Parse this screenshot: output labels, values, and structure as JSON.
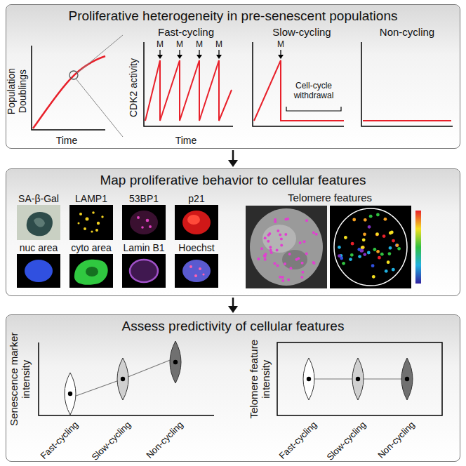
{
  "diagram": {
    "nodes": [
      {
        "text": [
          "Proliferative heterogeneity in pre-senescent populations"
        ]
      },
      {
        "text": [
          "Map proliferative behavior to cellular features"
        ]
      },
      {
        "text": [
          "Assess predictivity of cellular features"
        ]
      }
    ],
    "edges": [
      {
        "from": 0,
        "to": 1,
        "arrow": "to"
      },
      {
        "from": 1,
        "to": 2,
        "arrow": "to"
      }
    ],
    "labels": [
      "Population Doublings",
      "Time",
      "CDK2 activity",
      "Fast-cycling",
      "Time",
      "M",
      "M",
      "M",
      "M",
      "Slow-cycling",
      "M",
      "Cell-cycle withdrawal",
      "Non-cycling",
      "SA-β-Gal",
      "LAMP1",
      "53BP1",
      "p21",
      "nuc area",
      "cyto area",
      "Lamin B1",
      "Hoechst",
      "Telomere features",
      "Senescence marker intensity",
      "Fast-cycling",
      "Slow-cycling",
      "Non-cycling",
      "Telomere feature intensity",
      "Fast-cycling",
      "Slow-cycling",
      "Non-cycling"
    ]
  }
}
